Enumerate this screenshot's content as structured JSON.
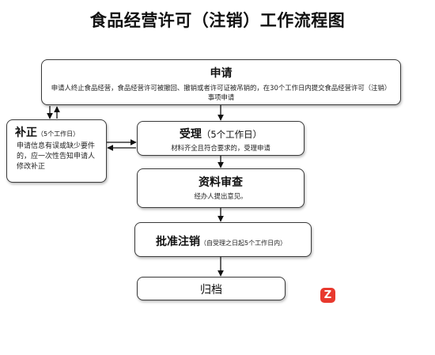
{
  "title": "食品经营许可（注销）工作流程图",
  "nodes": {
    "apply": {
      "title": "申请",
      "description": "申请人终止食品经营，食品经营许可被撤回、撤销或者许可证被吊销的，在30个工作日内提交食品经营许可（注销）事项申请"
    },
    "accept": {
      "title": "受理",
      "note": "（5个工作日）",
      "description": "材料齐全且符合要求的，受理申请"
    },
    "supplement": {
      "title": "补正",
      "note": "（5个工作日）",
      "description": "申请信息有误或缺少要件的，应一次性告知申请人修改补正"
    },
    "review": {
      "title": "资料审查",
      "description": "经办人提出意见。"
    },
    "approve": {
      "title": "批准注销",
      "note": "（自受理之日起5个工作日内）"
    },
    "archive": {
      "title": "归档"
    }
  },
  "watermark": {
    "icon": "zhihu-logo-icon",
    "glyph": "Z",
    "color": "#e8392e"
  }
}
